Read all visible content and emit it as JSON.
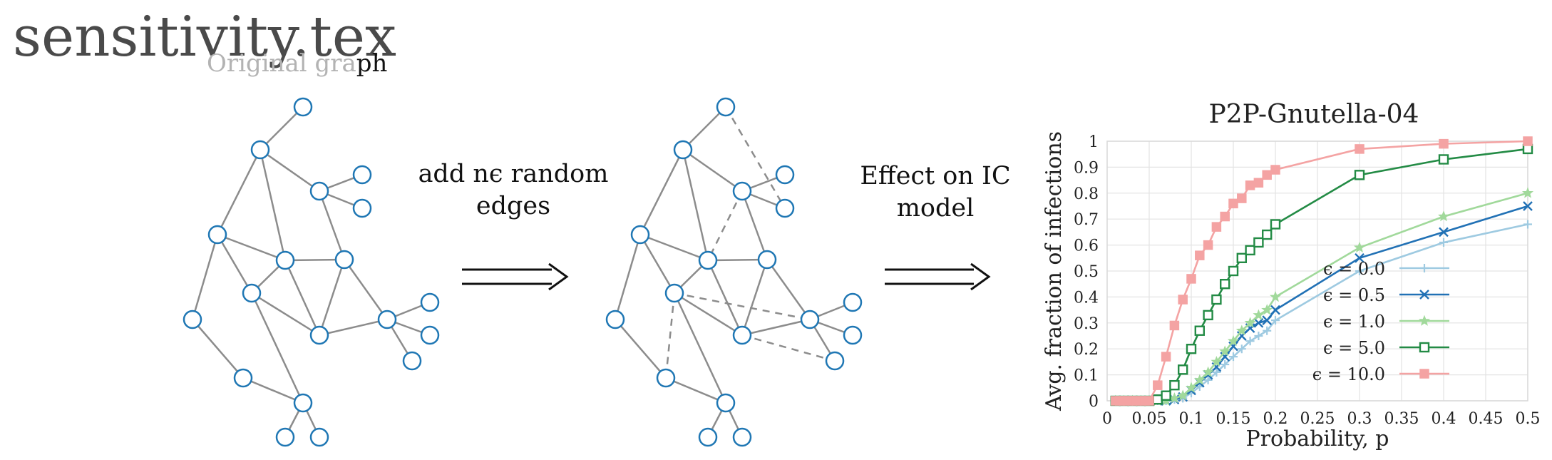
{
  "document": {
    "title": "sensitivity.tex"
  },
  "panels": {
    "original_graph_label_faded": "Original gra",
    "original_graph_label_tail": "ph",
    "step1_line1": "add nϵ random",
    "step1_line2": "edges",
    "step2_line1": "Effect on IC",
    "step2_line2": "model"
  },
  "colors": {
    "node_stroke": "#1f77b4",
    "edge": "#8c8c8c"
  },
  "chart_data": {
    "type": "line",
    "title": "P2P-Gnutella-04",
    "xlabel": "Probability, p",
    "ylabel": "Avg. fraction of infections",
    "xlim": [
      0,
      0.5
    ],
    "ylim": [
      0,
      1
    ],
    "xticks": [
      "0",
      "0.05",
      "0.1",
      "0.15",
      "0.2",
      "0.25",
      "0.3",
      "0.35",
      "0.4",
      "0.45",
      "0.5"
    ],
    "yticks": [
      "0",
      "0.1",
      "0.2",
      "0.3",
      "0.4",
      "0.5",
      "0.6",
      "0.7",
      "0.8",
      "0.9",
      "1"
    ],
    "grid": true,
    "legend_position": "bottom-right",
    "series": [
      {
        "name": "ϵ = 0.0",
        "color": "#9ecae1",
        "marker": "plus",
        "x": [
          0.01,
          0.02,
          0.03,
          0.04,
          0.05,
          0.06,
          0.07,
          0.08,
          0.09,
          0.1,
          0.11,
          0.12,
          0.13,
          0.14,
          0.15,
          0.16,
          0.17,
          0.18,
          0.19,
          0.2,
          0.3,
          0.4,
          0.5
        ],
        "y": [
          0,
          0,
          0,
          0,
          0,
          0,
          0,
          0.005,
          0.01,
          0.03,
          0.055,
          0.08,
          0.11,
          0.14,
          0.17,
          0.2,
          0.23,
          0.25,
          0.27,
          0.31,
          0.5,
          0.61,
          0.68
        ]
      },
      {
        "name": "ϵ = 0.5",
        "color": "#2171b5",
        "marker": "x",
        "x": [
          0.01,
          0.02,
          0.03,
          0.04,
          0.05,
          0.06,
          0.07,
          0.08,
          0.09,
          0.1,
          0.11,
          0.12,
          0.13,
          0.14,
          0.15,
          0.16,
          0.17,
          0.18,
          0.19,
          0.2,
          0.3,
          0.4,
          0.5
        ],
        "y": [
          0,
          0,
          0,
          0,
          0,
          0,
          0,
          0.005,
          0.015,
          0.04,
          0.07,
          0.1,
          0.13,
          0.17,
          0.21,
          0.25,
          0.28,
          0.3,
          0.31,
          0.35,
          0.55,
          0.65,
          0.75
        ]
      },
      {
        "name": "ϵ = 1.0",
        "color": "#a1d99b",
        "marker": "star",
        "x": [
          0.01,
          0.02,
          0.03,
          0.04,
          0.05,
          0.06,
          0.07,
          0.08,
          0.09,
          0.1,
          0.11,
          0.12,
          0.13,
          0.14,
          0.15,
          0.16,
          0.17,
          0.18,
          0.19,
          0.2,
          0.3,
          0.4,
          0.5
        ],
        "y": [
          0,
          0,
          0,
          0,
          0,
          0,
          0,
          0.01,
          0.02,
          0.05,
          0.08,
          0.11,
          0.15,
          0.19,
          0.23,
          0.27,
          0.3,
          0.33,
          0.35,
          0.4,
          0.59,
          0.71,
          0.8
        ]
      },
      {
        "name": "ϵ = 5.0",
        "color": "#238b45",
        "marker": "square",
        "x": [
          0.01,
          0.02,
          0.03,
          0.04,
          0.05,
          0.06,
          0.07,
          0.08,
          0.09,
          0.1,
          0.11,
          0.12,
          0.13,
          0.14,
          0.15,
          0.16,
          0.17,
          0.18,
          0.19,
          0.2,
          0.3,
          0.4,
          0.5
        ],
        "y": [
          0,
          0,
          0,
          0,
          0,
          0.005,
          0.02,
          0.06,
          0.12,
          0.2,
          0.27,
          0.33,
          0.39,
          0.45,
          0.5,
          0.55,
          0.58,
          0.61,
          0.64,
          0.68,
          0.87,
          0.93,
          0.97
        ]
      },
      {
        "name": "ϵ = 10.0",
        "color": "#f4a3a3",
        "marker": "square-filled",
        "x": [
          0.01,
          0.015,
          0.02,
          0.025,
          0.03,
          0.035,
          0.04,
          0.045,
          0.05,
          0.06,
          0.07,
          0.08,
          0.09,
          0.1,
          0.11,
          0.12,
          0.13,
          0.14,
          0.15,
          0.16,
          0.17,
          0.18,
          0.19,
          0.2,
          0.3,
          0.4,
          0.5
        ],
        "y": [
          0,
          0,
          0,
          0,
          0,
          0,
          0,
          0,
          0,
          0.06,
          0.17,
          0.29,
          0.39,
          0.47,
          0.56,
          0.6,
          0.67,
          0.71,
          0.76,
          0.78,
          0.83,
          0.84,
          0.87,
          0.89,
          0.97,
          0.99,
          1.0
        ]
      }
    ]
  }
}
